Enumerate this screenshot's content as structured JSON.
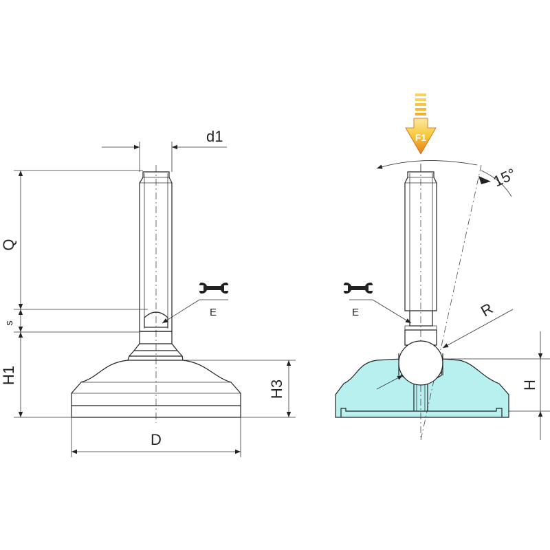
{
  "labels": {
    "d1": "d1",
    "Q": "Q",
    "s": "s",
    "H1": "H1",
    "H3": "H3",
    "D": "D",
    "E_left": "E",
    "E_right": "E",
    "F1": "F1",
    "angle": "15°",
    "R": "R",
    "H": "H"
  },
  "colors": {
    "line": "#222222",
    "section_fill": "#b8f0f0",
    "force_arrow_top": "#f5c838",
    "force_arrow_bottom": "#e8791a"
  },
  "icons": {
    "wrench_left": "wrench-icon",
    "wrench_right": "wrench-icon",
    "force_arrow": "force-arrow-icon"
  }
}
